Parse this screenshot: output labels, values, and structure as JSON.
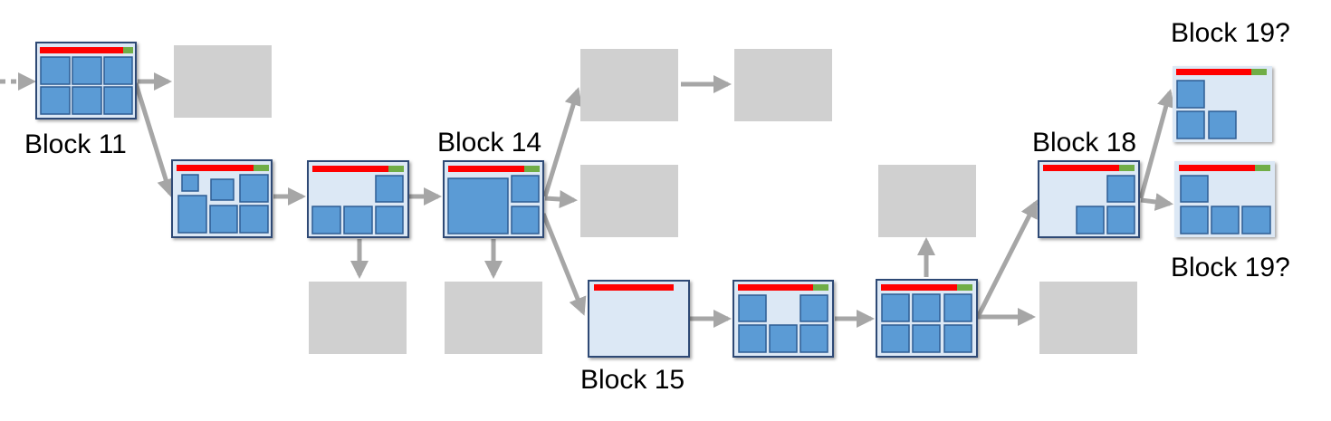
{
  "labels": {
    "block11": "Block 11",
    "block14": "Block 14",
    "block15": "Block 15",
    "block18": "Block 18",
    "block19_top": "Block 19?",
    "block19_bottom": "Block 19?"
  },
  "colors": {
    "block_fill": "#dce8f5",
    "block_border": "#2e4a74",
    "tile_fill": "#5b9bd5",
    "tile_border": "#2e5d93",
    "header_bar": "#ff0000",
    "header_tail": "#70ad47",
    "placeholder": "#d0d0d0",
    "arrow": "#a6a6a6"
  }
}
